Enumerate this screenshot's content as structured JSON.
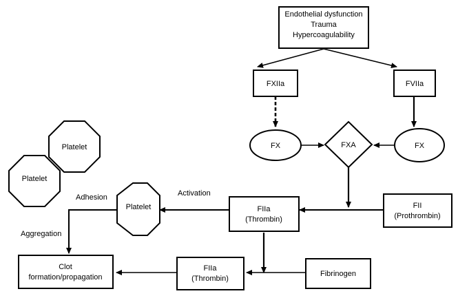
{
  "nodes": {
    "trigger": {
      "lines": [
        "Endothelial dysfunction",
        "Trauma",
        "Hypercoagulability"
      ]
    },
    "fxiia": {
      "lines": [
        "FXIIa"
      ]
    },
    "fviia": {
      "lines": [
        "FVIIa"
      ]
    },
    "fx_left": {
      "lines": [
        "FX"
      ]
    },
    "fxa": {
      "lines": [
        "FXA"
      ]
    },
    "fx_right": {
      "lines": [
        "FX"
      ]
    },
    "platelet_top": {
      "lines": [
        "Platelet"
      ]
    },
    "platelet_bottom": {
      "lines": [
        "Platelet"
      ]
    },
    "platelet_center": {
      "lines": [
        "Platelet"
      ]
    },
    "fiia_top": {
      "lines": [
        "FIIa",
        "(Thrombin)"
      ]
    },
    "fii": {
      "lines": [
        "FII",
        "(Prothrombin)"
      ]
    },
    "fiia_bottom": {
      "lines": [
        "FIIa",
        "(Thrombin)"
      ]
    },
    "fibrinogen": {
      "lines": [
        "Fibrinogen"
      ]
    },
    "clot": {
      "lines": [
        "Clot",
        "formation/propagation"
      ]
    }
  },
  "edge_labels": {
    "adhesion": "Adhesion",
    "activation": "Activation",
    "aggregation": "Aggregation"
  },
  "edges": [
    {
      "from": "trigger",
      "to": "fxiia",
      "style": "solid"
    },
    {
      "from": "trigger",
      "to": "fviia",
      "style": "solid"
    },
    {
      "from": "fxiia",
      "to": "fx_left",
      "style": "dashed"
    },
    {
      "from": "fviia",
      "to": "fx_right",
      "style": "solid"
    },
    {
      "from": "fx_left",
      "to": "fxa",
      "style": "solid"
    },
    {
      "from": "fx_right",
      "to": "fxa",
      "style": "solid"
    },
    {
      "from": "fxa",
      "to": "fii-line",
      "style": "solid"
    },
    {
      "from": "fii",
      "to": "fiia_top",
      "style": "solid"
    },
    {
      "from": "fiia_top",
      "to": "platelet_center",
      "style": "solid",
      "label": "activation"
    },
    {
      "from": "platelet_center",
      "to": "clot",
      "style": "solid",
      "label": "adhesion"
    },
    {
      "from": "fiia_top",
      "to": "fiia_bottom-line",
      "style": "solid"
    },
    {
      "from": "fibrinogen",
      "to": "fiia_bottom",
      "style": "solid"
    },
    {
      "from": "fiia_bottom",
      "to": "clot",
      "style": "solid"
    }
  ]
}
